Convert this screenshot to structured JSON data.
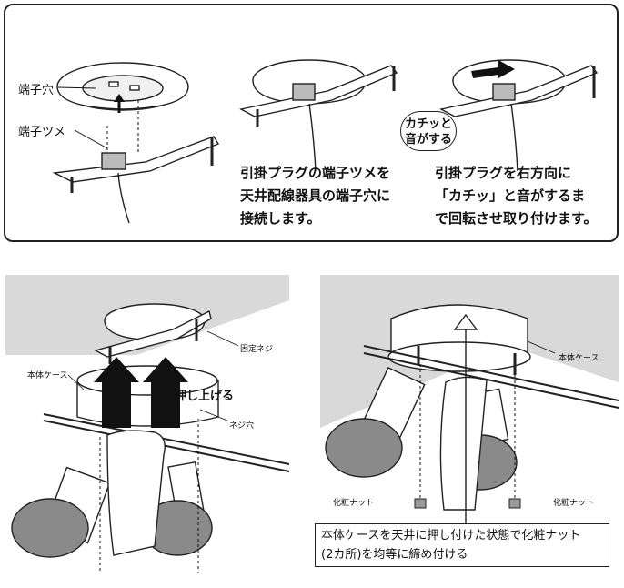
{
  "step1": {
    "terminal_hole_label": "端子穴",
    "terminal_claw_label": "端子ツメ",
    "instruction_line1": "引掛プラグの端子ツメを",
    "instruction_line2": "天井配線器具の端子穴に",
    "instruction_line3": "接続します。"
  },
  "step2": {
    "click_bubble_line1": "カチッと",
    "click_bubble_line2": "音がする",
    "instruction_line1": "引掛プラグを右方向に",
    "instruction_line2": "「カチッ」と音がするま",
    "instruction_line3": "で回転させ取り付けます。"
  },
  "step3": {
    "fixing_screw_label": "固定ネジ",
    "body_case_label": "本体ケース",
    "push_up_label": "押し上げる",
    "screw_hole_label": "ネジ穴"
  },
  "step4": {
    "body_case_label": "本体ケース",
    "decor_nut_left_label": "化粧ナット",
    "decor_nut_right_label": "化粧ナット",
    "callout_line1": "本体ケースを天井に押し付けた状態で化粧ナット",
    "callout_line2": "(2カ所)を均等に締め付ける"
  },
  "colors": {
    "ceiling": "#d9d9d9",
    "shade": "#8a8a8a",
    "line": "#222222"
  }
}
